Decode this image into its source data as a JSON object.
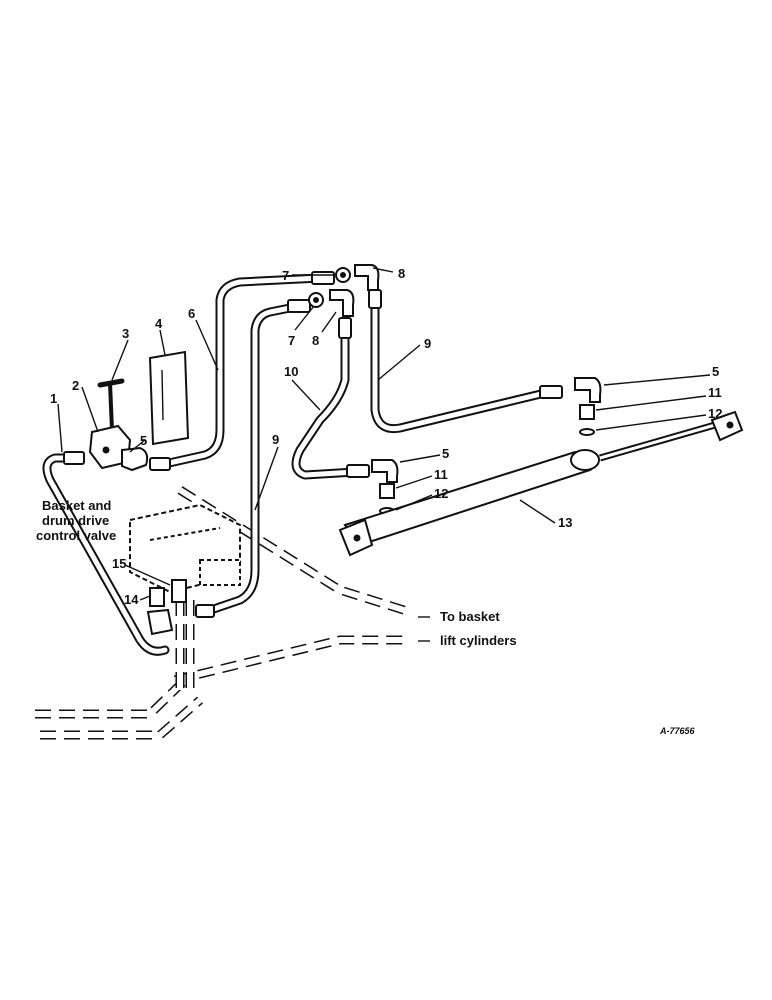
{
  "callouts": {
    "c1": "1",
    "c2": "2",
    "c3": "3",
    "c4": "4",
    "c5a": "5",
    "c5b": "5",
    "c5c": "5",
    "c6": "6",
    "c7a": "7",
    "c7b": "7",
    "c8a": "8",
    "c8b": "8",
    "c9a": "9",
    "c9b": "9",
    "c10": "10",
    "c11a": "11",
    "c11b": "11",
    "c12a": "12",
    "c12b": "12",
    "c13": "13",
    "c14": "14",
    "c15": "15"
  },
  "notes": {
    "valve_line1": "Basket and",
    "valve_line2": "drum drive",
    "valve_line3": "control valve",
    "lift_line1": "To basket",
    "lift_line2": "lift cylinders"
  },
  "figure_id": "A-77656",
  "colors": {
    "ink": "#111111",
    "paper": "#ffffff"
  }
}
